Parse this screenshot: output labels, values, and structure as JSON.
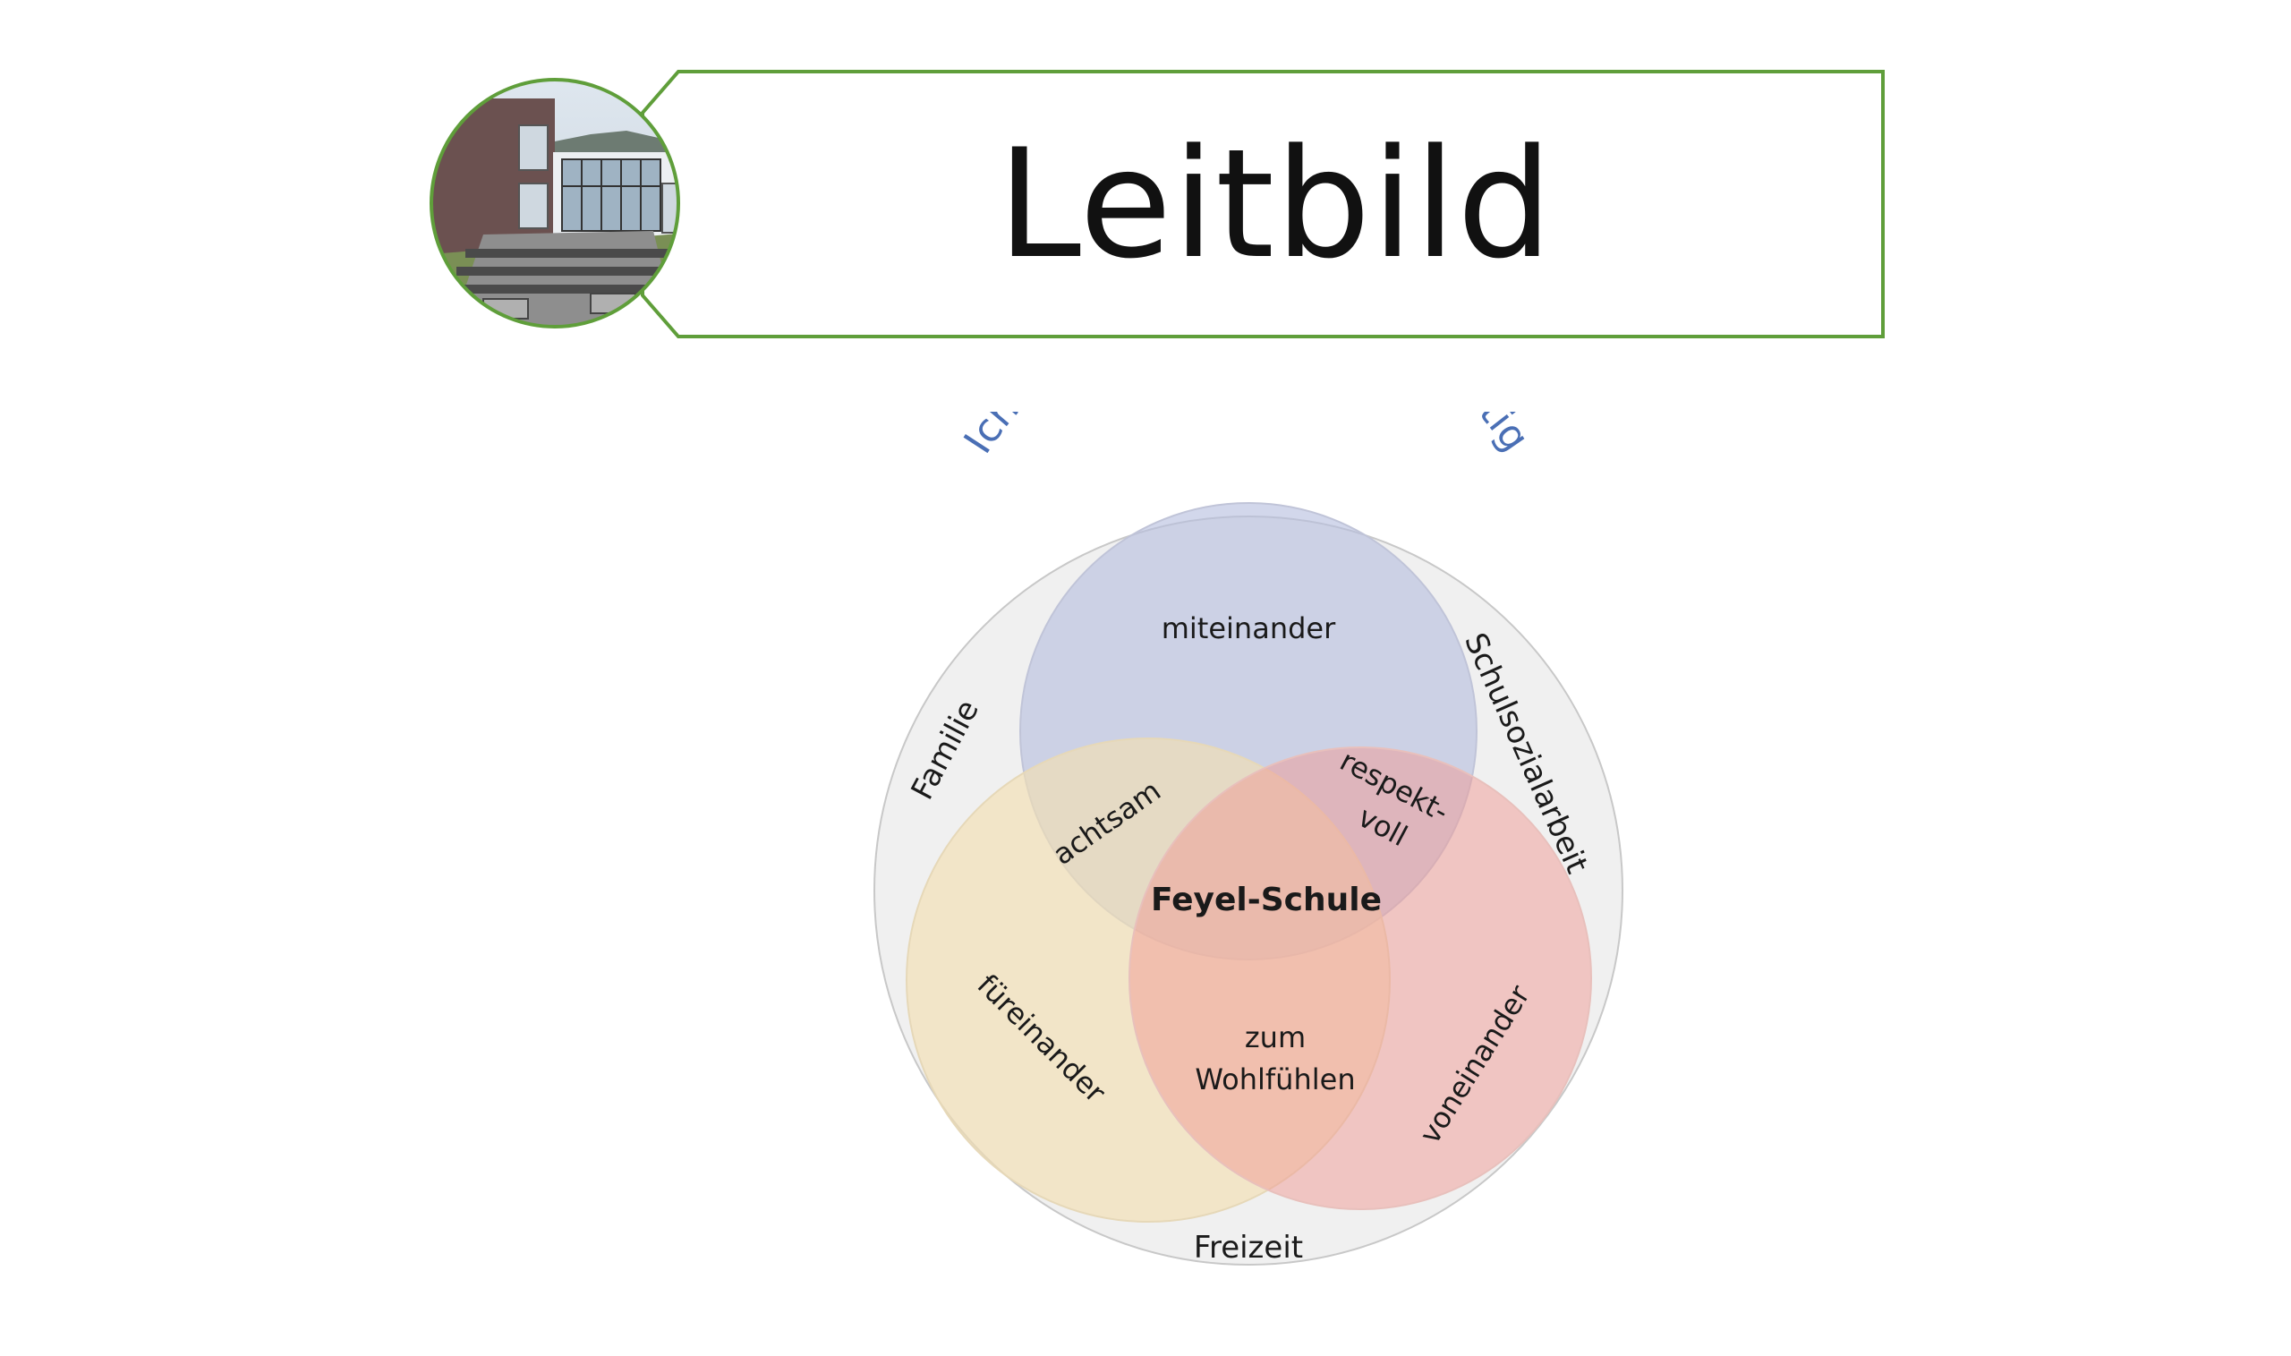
{
  "header": {
    "title": "Leitbild",
    "accent_color": "#5f9e3a"
  },
  "diagram": {
    "motto": "Ich bin wichtig – Du bist wichtig",
    "motto_color": "#4a6fb5",
    "outer_labels": {
      "left": "Familie",
      "right": "Schulsozialarbeit",
      "bottom": "Freizeit"
    },
    "circle_labels": {
      "top": "miteinander",
      "left": "füreinander",
      "right": "voneinander"
    },
    "overlap_labels": {
      "top_left": "achtsam",
      "top_right_line1": "respekt-",
      "top_right_line2": "voll",
      "bottom_line1": "zum",
      "bottom_line2": "Wohlfühlen"
    },
    "center_label": "Feyel-Schule",
    "colors": {
      "top_circle": "#b7bfdf",
      "left_circle": "#f3dfb0",
      "right_circle": "#ef9a93",
      "outer_circle": "#f0f0f0"
    }
  }
}
